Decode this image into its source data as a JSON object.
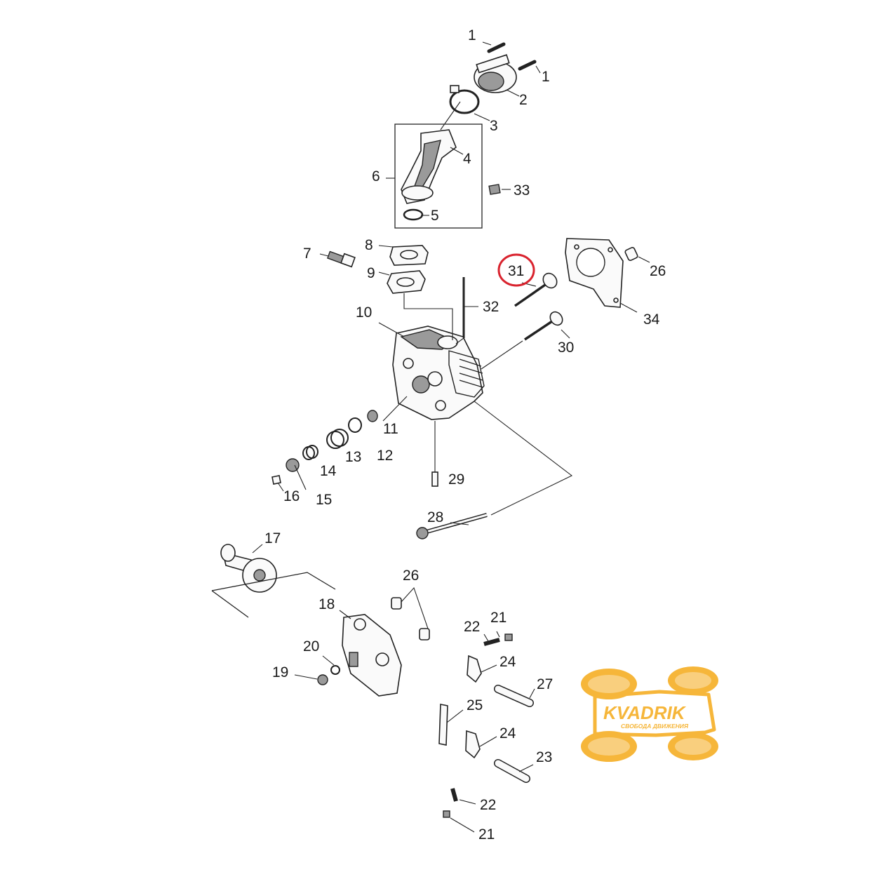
{
  "diagram": {
    "callouts": [
      {
        "id": "c1a",
        "label": "1"
      },
      {
        "id": "c1b",
        "label": "1"
      },
      {
        "id": "c2",
        "label": "2"
      },
      {
        "id": "c3",
        "label": "3"
      },
      {
        "id": "c4",
        "label": "4"
      },
      {
        "id": "c5",
        "label": "5"
      },
      {
        "id": "c6",
        "label": "6"
      },
      {
        "id": "c7",
        "label": "7"
      },
      {
        "id": "c8",
        "label": "8"
      },
      {
        "id": "c9",
        "label": "9"
      },
      {
        "id": "c10",
        "label": "10"
      },
      {
        "id": "c11",
        "label": "11"
      },
      {
        "id": "c12",
        "label": "12"
      },
      {
        "id": "c13",
        "label": "13"
      },
      {
        "id": "c14",
        "label": "14"
      },
      {
        "id": "c15",
        "label": "15"
      },
      {
        "id": "c16",
        "label": "16"
      },
      {
        "id": "c17",
        "label": "17"
      },
      {
        "id": "c18",
        "label": "18"
      },
      {
        "id": "c19",
        "label": "19"
      },
      {
        "id": "c20",
        "label": "20"
      },
      {
        "id": "c21a",
        "label": "21"
      },
      {
        "id": "c21b",
        "label": "21"
      },
      {
        "id": "c22a",
        "label": "22"
      },
      {
        "id": "c22b",
        "label": "22"
      },
      {
        "id": "c23",
        "label": "23"
      },
      {
        "id": "c24a",
        "label": "24"
      },
      {
        "id": "c24b",
        "label": "24"
      },
      {
        "id": "c25",
        "label": "25"
      },
      {
        "id": "c26a",
        "label": "26"
      },
      {
        "id": "c26b",
        "label": "26"
      },
      {
        "id": "c27",
        "label": "27"
      },
      {
        "id": "c28",
        "label": "28"
      },
      {
        "id": "c29",
        "label": "29"
      },
      {
        "id": "c30",
        "label": "30"
      },
      {
        "id": "c31",
        "label": "31"
      },
      {
        "id": "c32",
        "label": "32"
      },
      {
        "id": "c33",
        "label": "33"
      },
      {
        "id": "c34",
        "label": "34"
      }
    ],
    "highlighted_callout": "31",
    "highlight_color": "#d9232e"
  },
  "logo": {
    "brand": "KVADRIK",
    "tagline": "СВОБОДА ДВИЖЕНИЯ",
    "color": "#f6b63a"
  }
}
